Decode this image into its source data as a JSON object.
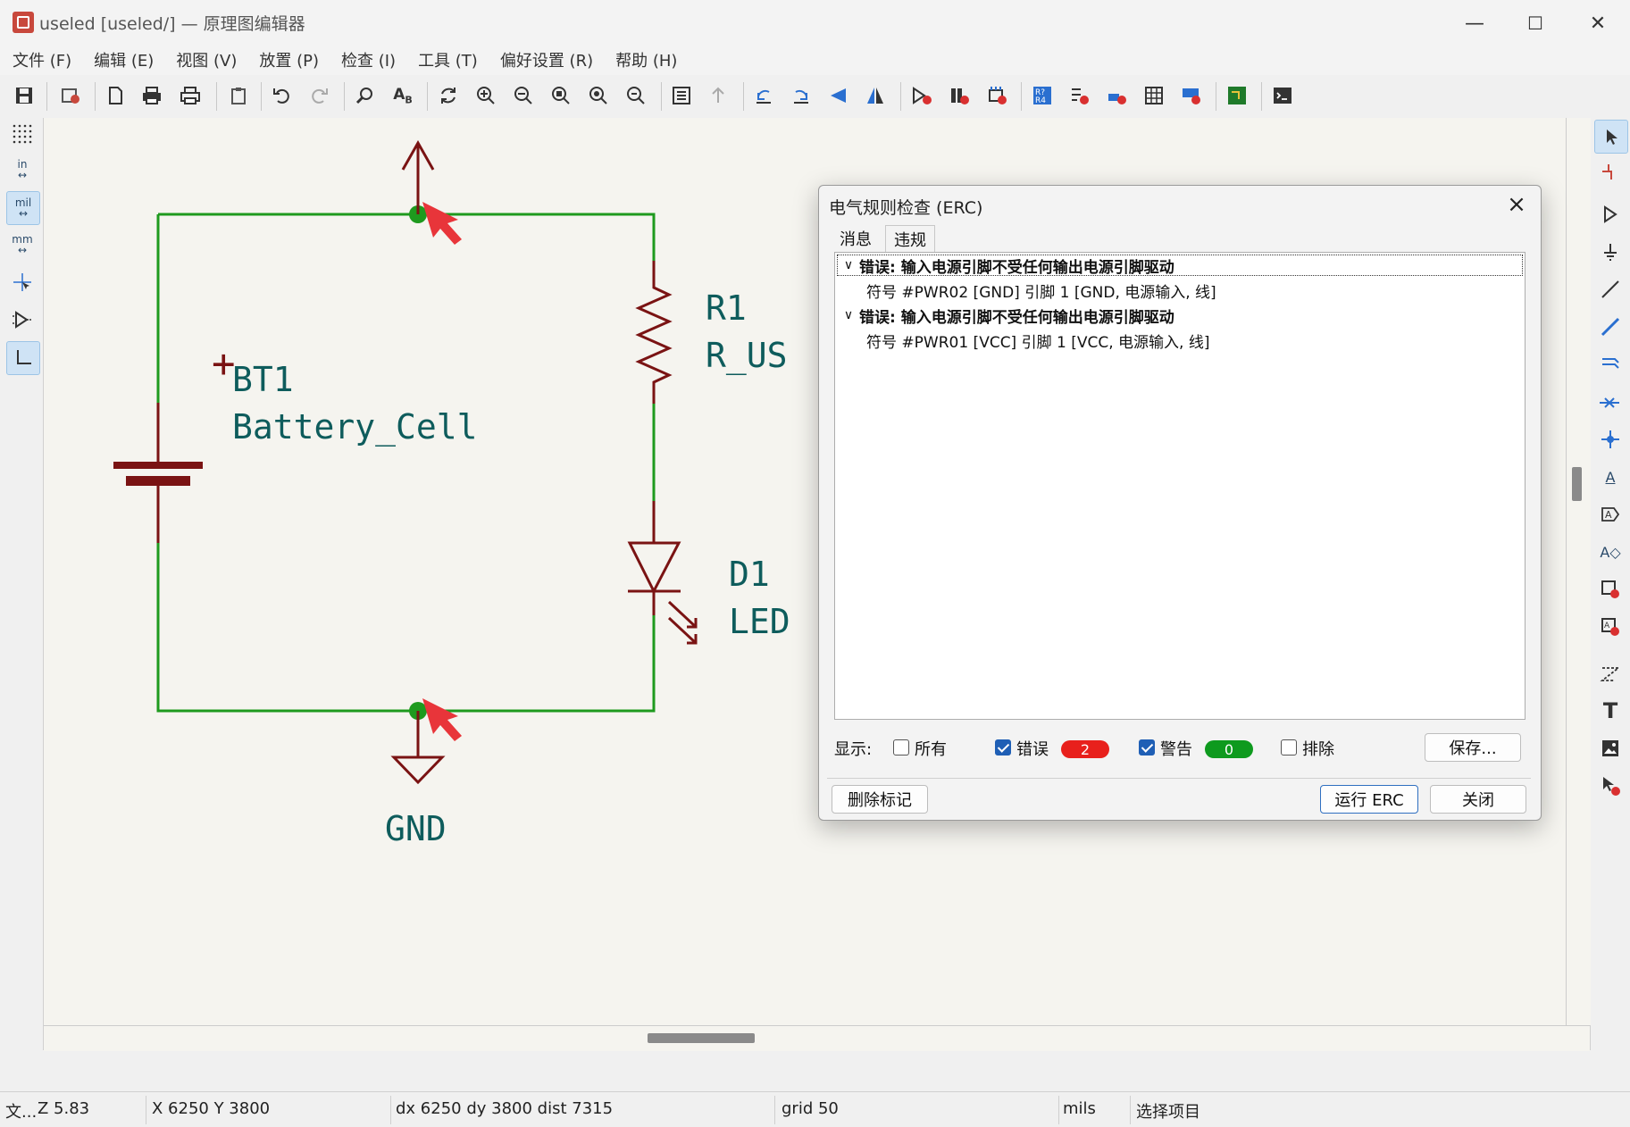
{
  "window": {
    "title": "useled [useled/] — 原理图编辑器",
    "controls": {
      "minimize": "—",
      "maximize": "☐",
      "close": "✕"
    }
  },
  "menu": [
    {
      "label": "文件 (F)"
    },
    {
      "label": "编辑 (E)"
    },
    {
      "label": "视图 (V)"
    },
    {
      "label": "放置 (P)"
    },
    {
      "label": "检查 (I)"
    },
    {
      "label": "工具 (T)"
    },
    {
      "label": "偏好设置 (R)"
    },
    {
      "label": "帮助 (H)"
    }
  ],
  "left_toolbar": {
    "units": {
      "in": "in",
      "mil": "mil",
      "mm": "mm"
    }
  },
  "schematic": {
    "colors": {
      "wire": "#1e9a1e",
      "symbol": "#7a1313",
      "text": "#0e5c5c",
      "junction": "#1e9a1e",
      "marker": "#e8353a"
    },
    "components": {
      "battery": {
        "ref": "BT1",
        "value": "Battery_Cell",
        "plus": "+"
      },
      "resistor": {
        "ref": "R1",
        "value": "R_US"
      },
      "led": {
        "ref": "D1",
        "value": "LED"
      },
      "gnd": {
        "label": "GND"
      }
    }
  },
  "erc_dialog": {
    "title": "电气规则检查 (ERC)",
    "tabs": [
      {
        "label": "消息"
      },
      {
        "label": "违规"
      }
    ],
    "violations": [
      {
        "heading": "错误:  输入电源引脚不受任何输出电源引脚驱动",
        "detail": "符号 #PWR02 [GND] 引脚 1 [GND, 电源输入, 线]"
      },
      {
        "heading": "错误:  输入电源引脚不受任何输出电源引脚驱动",
        "detail": "符号 #PWR01 [VCC] 引脚 1 [VCC, 电源输入, 线]"
      }
    ],
    "filter": {
      "show_label": "显示:",
      "all_label": "所有",
      "errors_label": "错误",
      "errors_count": "2",
      "warnings_label": "警告",
      "warnings_count": "0",
      "excluded_label": "排除"
    },
    "buttons": {
      "save": "保存...",
      "delete_markers": "删除标记",
      "run": "运行 ERC",
      "close": "关闭"
    }
  },
  "status_bar": {
    "file": "文...",
    "zoom": "Z 5.83",
    "cursor": "X 6250  Y 3800",
    "delta": "dx 6250  dy 3800  dist 7315",
    "grid": "grid 50",
    "units": "mils",
    "mode": "选择项目"
  }
}
